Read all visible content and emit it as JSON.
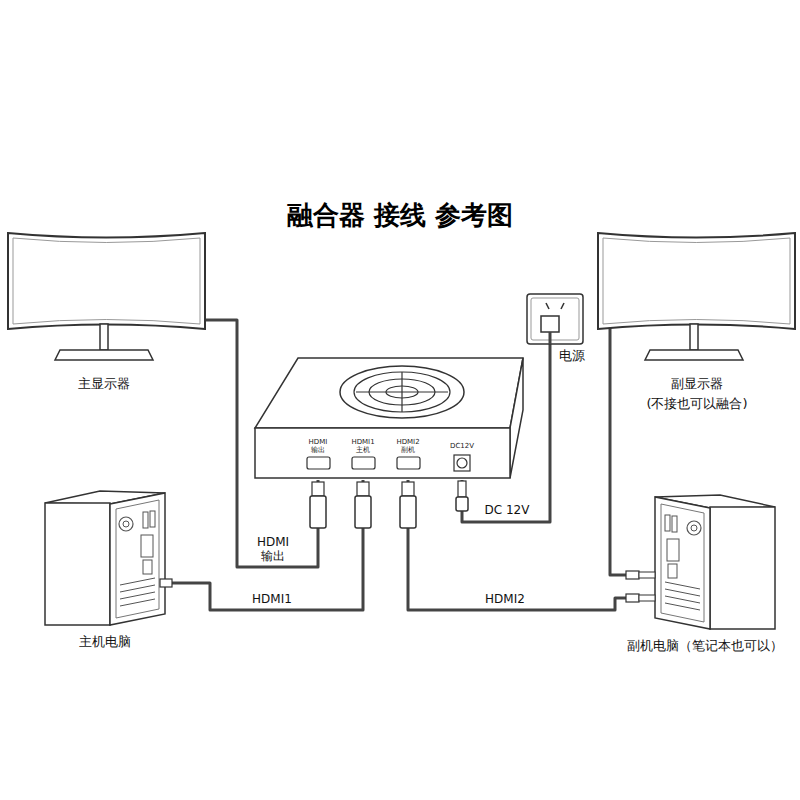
{
  "diagram": {
    "title": "融合器 接线 参考图",
    "nodes": [
      {
        "text": [
          "主显示器"
        ]
      },
      {
        "text": [
          "副显示器",
          "(不接也可以融合)"
        ]
      },
      {
        "text": [
          "电源"
        ]
      },
      {
        "text": [
          "HDMI 输出",
          "HDMI1 主机",
          "HDMI2 副机",
          "DC12V"
        ]
      },
      {
        "text": [
          "主机电脑"
        ]
      },
      {
        "text": [
          "副机电脑（笔记本也可以）"
        ]
      }
    ],
    "edges": [
      {
        "from": 3,
        "to": 0,
        "arrow": "none",
        "label": "HDMI 输出"
      },
      {
        "from": 4,
        "to": 3,
        "arrow": "none",
        "label": "HDMI1"
      },
      {
        "from": 5,
        "to": 3,
        "arrow": "none",
        "label": "HDMI2"
      },
      {
        "from": 2,
        "to": 3,
        "arrow": "none",
        "label": "DC 12V"
      },
      {
        "from": 5,
        "to": 1,
        "arrow": "none"
      }
    ]
  }
}
